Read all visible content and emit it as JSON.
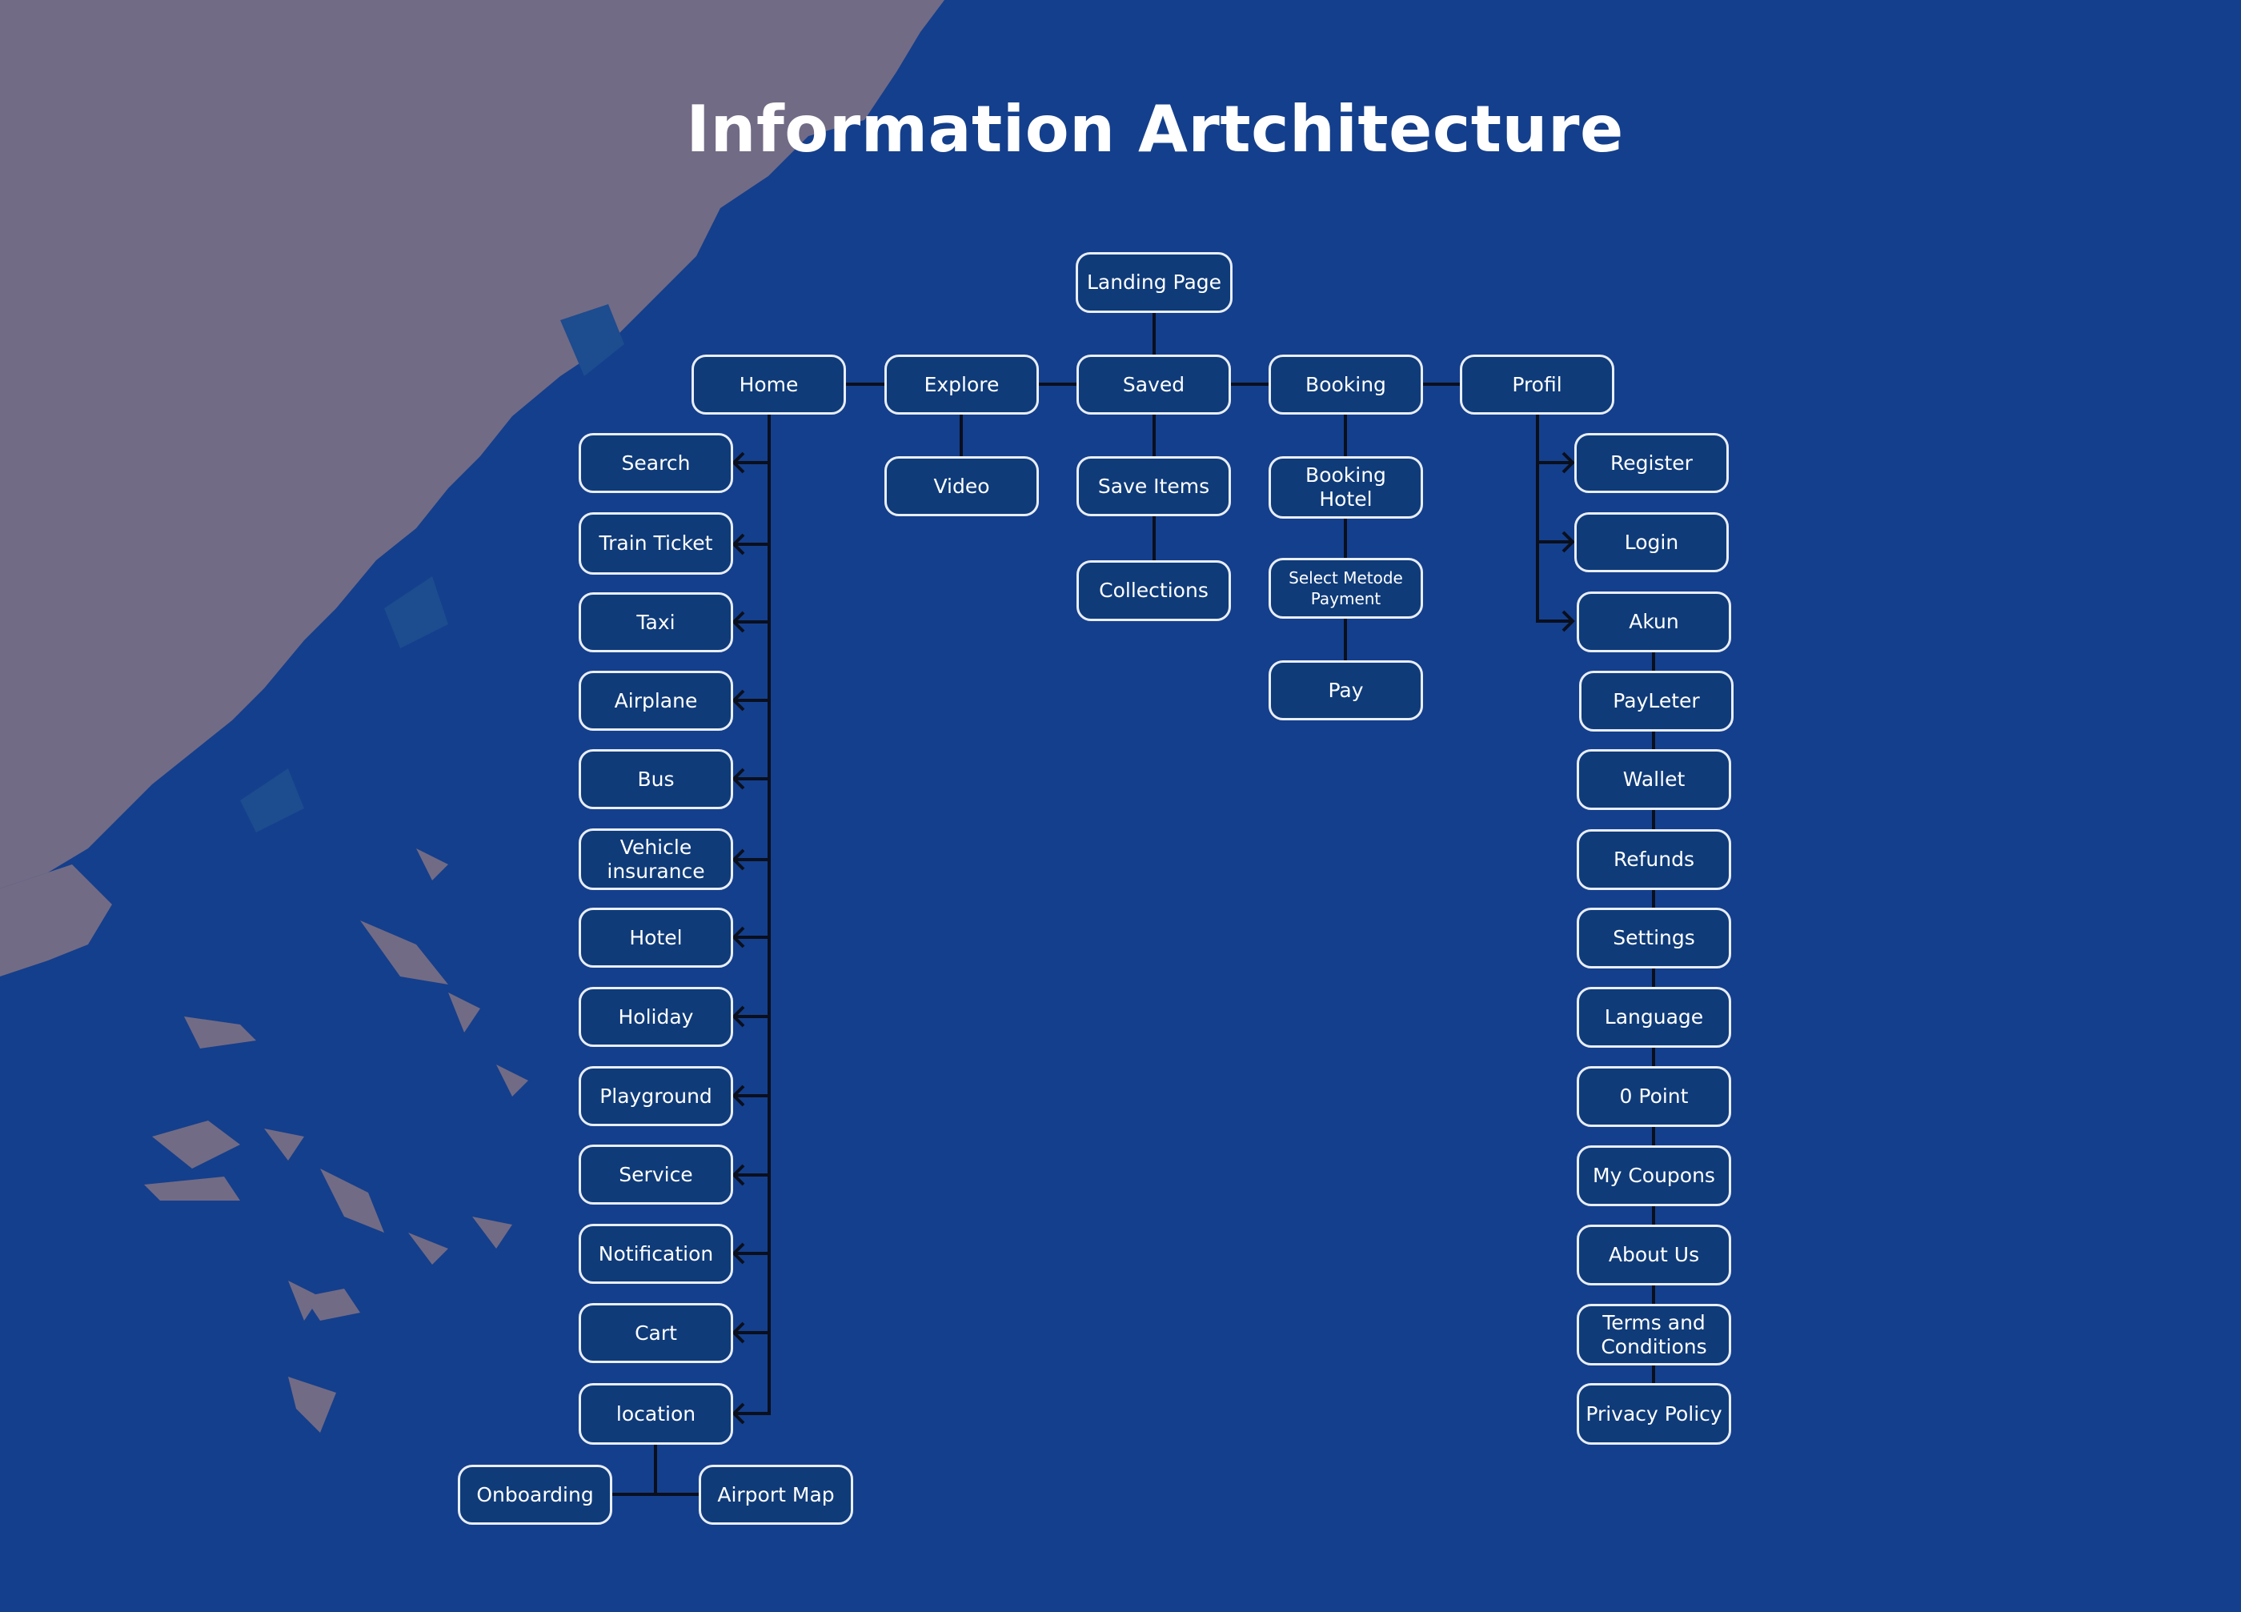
{
  "title": "Information Artchitecture",
  "colors": {
    "background_main": "#143f8c",
    "background_texture": "#726b85",
    "node_fill": "#0f3b79",
    "node_border": "#e9eef9",
    "connector": "#0a0f1e",
    "text": "#ffffff"
  },
  "nodes": {
    "landing_page": "Landing Page",
    "home": "Home",
    "explore": "Explore",
    "saved": "Saved",
    "booking": "Booking",
    "profil": "Profil",
    "video": "Video",
    "save_items": "Save Items",
    "collections": "Collections",
    "booking_hotel": "Booking Hotel",
    "select_metode_payment": "Select Metode Payment",
    "pay": "Pay",
    "search": "Search",
    "train_ticket": "Train Ticket",
    "taxi": "Taxi",
    "airplane": "Airplane",
    "bus": "Bus",
    "vehicle_insurance": "Vehicle insurance",
    "hotel": "Hotel",
    "holiday": "Holiday",
    "playground": "Playground",
    "service": "Service",
    "notification": "Notification",
    "cart": "Cart",
    "location": "location",
    "onboarding": "Onboarding",
    "airport_map": "Airport Map",
    "register": "Register",
    "login": "Login",
    "akun": "Akun",
    "payleter": "PayLeter",
    "wallet": "Wallet",
    "refunds": "Refunds",
    "settings": "Settings",
    "language": "Language",
    "point": "0 Point",
    "my_coupons": "My Coupons",
    "about_us": "About Us",
    "terms_and_conditions": "Terms and Conditions",
    "privacy_policy": "Privacy Policy"
  }
}
